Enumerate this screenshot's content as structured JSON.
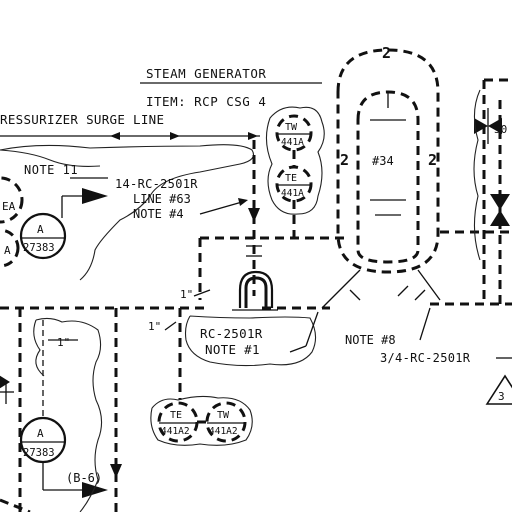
{
  "title": {
    "line1": "STEAM GENERATOR",
    "line2": "ITEM: RCP CSG 4"
  },
  "labels": {
    "surge_line": "RESSURIZER SURGE LINE",
    "note_11": "NOTE 11",
    "pipe_main": "14-RC-2501R",
    "line_63": "LINE #63",
    "note_4": "NOTE #4",
    "one_inch_a": "1\"",
    "one_inch_b": "1\"",
    "one_inch_c": "1\"",
    "rc_2501r": "RC-2501R",
    "note_1": "NOTE #1",
    "note_8": "NOTE #8",
    "pipe_34": "3/4-RC-2501R",
    "b6": "(B-6)",
    "rev_2_top": "2",
    "rev_2_left": "2",
    "rev_2_right": "2",
    "rev_triangle": "3",
    "vessel_id": "#34",
    "valve_50": "50"
  },
  "instruments": {
    "tw_441a": {
      "top": "TW",
      "bottom": "441A"
    },
    "te_441a": {
      "top": "TE",
      "bottom": "441A"
    },
    "te_441a2": {
      "top": "TE",
      "bottom": "441A2"
    },
    "tw_441a2": {
      "top": "TW",
      "bottom": "441A2"
    },
    "a_27383_top": {
      "top": "A",
      "bottom": "27383"
    },
    "a_27383_bottom": {
      "top": "A",
      "bottom": "27383"
    },
    "partial_ea": {
      "top": "EA"
    },
    "partial_a": {
      "top": "A"
    }
  }
}
